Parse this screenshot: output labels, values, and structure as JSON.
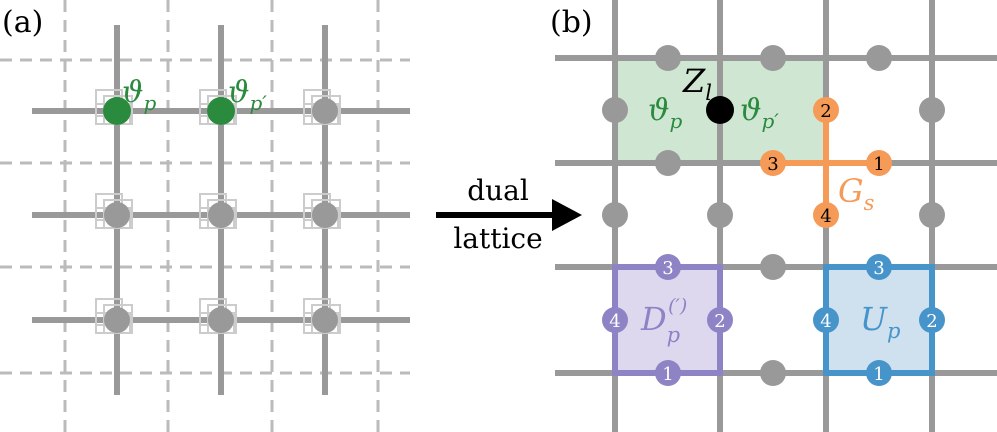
{
  "panel_a": {
    "label": "(a)",
    "green_labels": [
      "ϑ",
      "p",
      "ϑ",
      "p′"
    ]
  },
  "panel_b": {
    "label": "(b)",
    "plaquette_labels": [
      "ϑ",
      "p",
      "ϑ",
      "p′"
    ],
    "z_label": "Z",
    "z_sub": "l",
    "gauss_label": "G",
    "gauss_sub": "s",
    "gauss_numbers": [
      "1",
      "2",
      "3",
      "4"
    ],
    "d_label": "D",
    "d_sub": "p",
    "d_sup": "(′)",
    "d_numbers": [
      "1",
      "2",
      "3",
      "4"
    ],
    "u_label": "U",
    "u_sub": "p",
    "u_numbers": [
      "1",
      "2",
      "3",
      "4"
    ]
  },
  "arrow": {
    "line1": "dual",
    "line2": "lattice"
  },
  "colors": {
    "grid": "#999999",
    "dashed": "#bbbbbb",
    "green": "#2a8a3e",
    "light_green": "#cfe6d2",
    "orange": "#f59a57",
    "purple": "#8e83c4",
    "light_purple": "#ddd8ee",
    "blue": "#4694c9",
    "light_blue": "#cfe0ee",
    "black": "#000000"
  }
}
